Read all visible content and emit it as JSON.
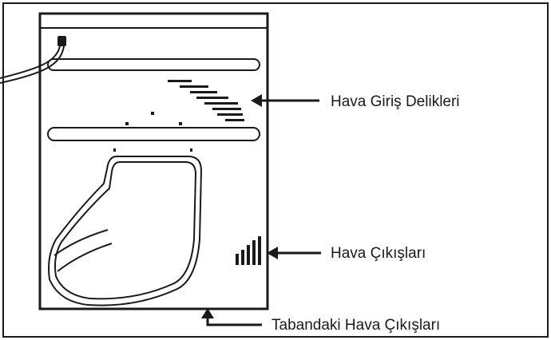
{
  "labels": {
    "air_inlet_holes": "Hava Giriş Delikleri",
    "air_outlets": "Hava Çıkışları",
    "bottom_air_outlets": "Tabandaki Hava Çıkışları"
  },
  "colors": {
    "line": "#1a1a1a",
    "background": "#ffffff"
  }
}
